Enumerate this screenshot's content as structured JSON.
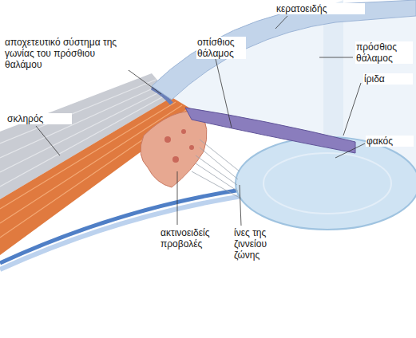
{
  "diagram": {
    "labels": [
      "κερατοειδής",
      "οπίσθιος θάλαμος",
      "αποχετευτικό σύστημα της γωνίας του πρόσθιου θαλάμου",
      "πρόσθιος θάλαμος",
      "ίριδα",
      "σκληρός",
      "φακός",
      "ακτινοειδείς προβολές",
      "ίνες της ζιννείου ζώνης"
    ]
  }
}
